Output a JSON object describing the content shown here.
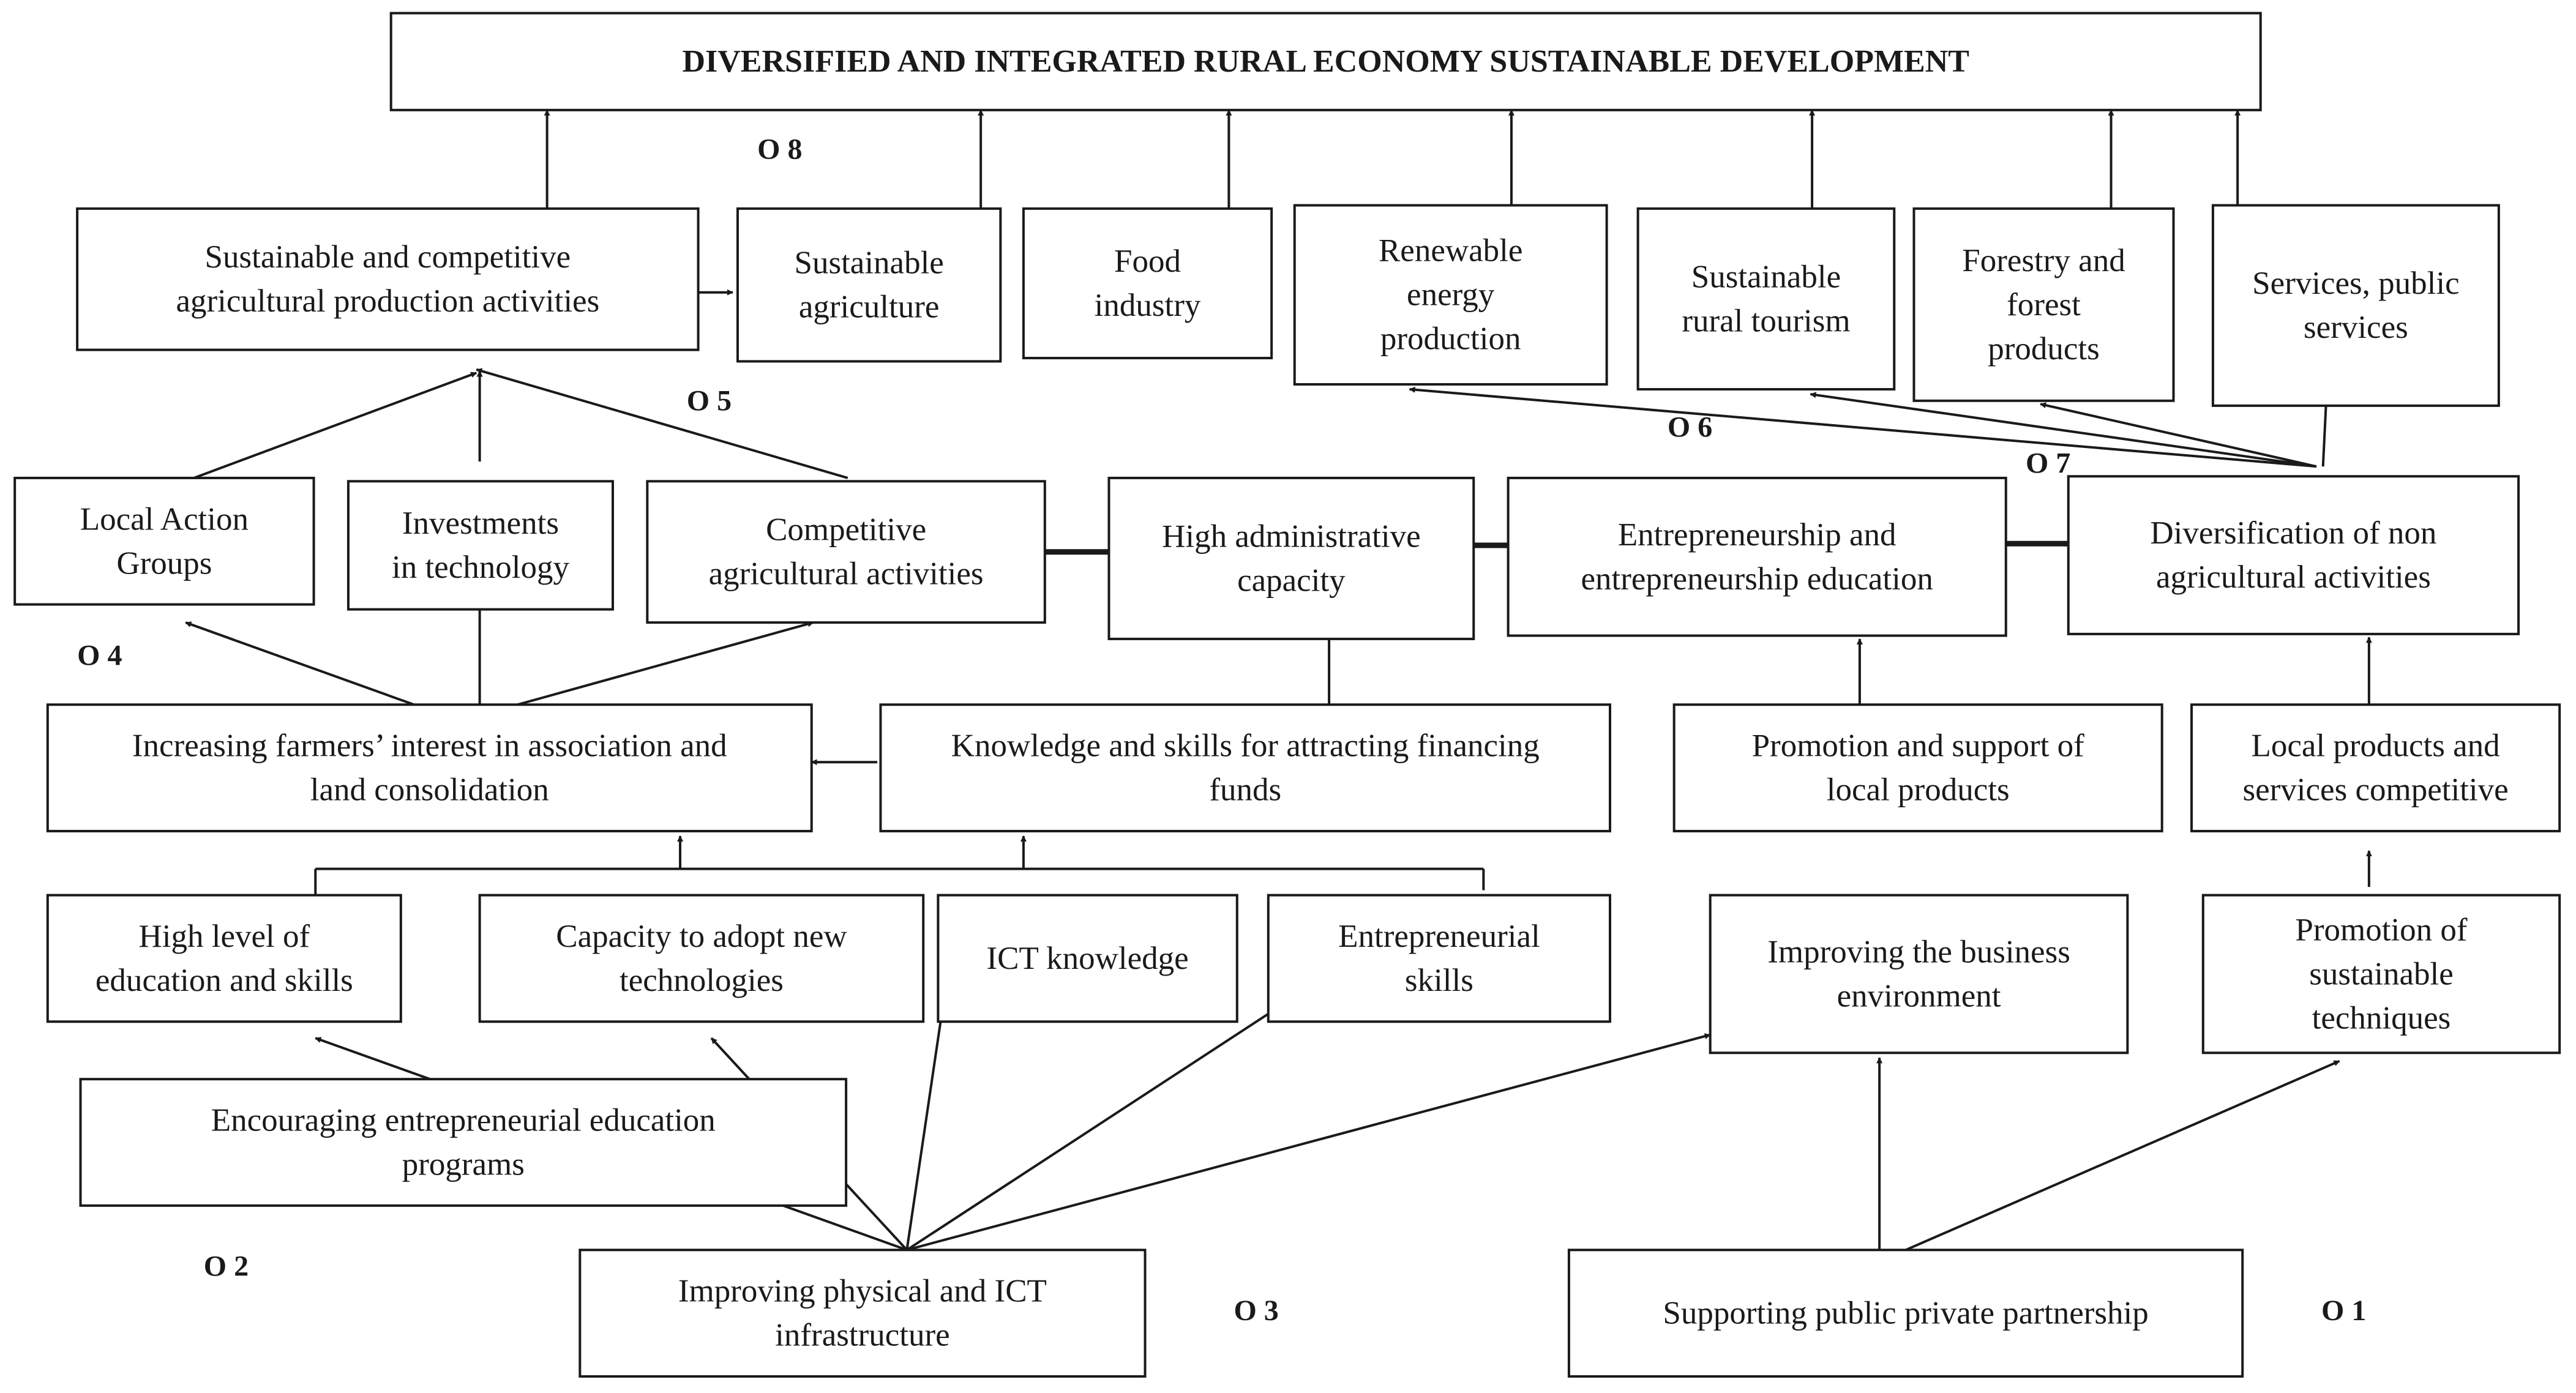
{
  "diagram": {
    "title": "DIVERSIFIED AND INTEGRATED RURAL ECONOMY SUSTAINABLE DEVELOPMENT",
    "nodes": [
      {
        "id": "sustainable-competitive-ag",
        "lines": [
          "Sustainable and competitive",
          "agricultural production activities"
        ]
      },
      {
        "id": "sustainable-agriculture",
        "lines": [
          "Sustainable",
          "agriculture"
        ]
      },
      {
        "id": "food-industry",
        "lines": [
          "Food",
          "industry"
        ]
      },
      {
        "id": "renewable-energy",
        "lines": [
          "Renewable",
          "energy",
          "production"
        ]
      },
      {
        "id": "sustainable-rural-tourism",
        "lines": [
          "Sustainable",
          "rural tourism"
        ]
      },
      {
        "id": "forestry",
        "lines": [
          "Forestry and",
          "forest",
          "products"
        ]
      },
      {
        "id": "services",
        "lines": [
          "Services, public",
          "services"
        ]
      },
      {
        "id": "local-action-groups",
        "lines": [
          "Local Action",
          "Groups"
        ]
      },
      {
        "id": "investments-technology",
        "lines": [
          "Investments",
          "in technology"
        ]
      },
      {
        "id": "competitive-ag-activities",
        "lines": [
          "Competitive",
          "agricultural activities"
        ]
      },
      {
        "id": "high-admin-capacity",
        "lines": [
          "High administrative",
          "capacity"
        ]
      },
      {
        "id": "entrepreneurship-education",
        "lines": [
          "Entrepreneurship and",
          "entrepreneurship education"
        ]
      },
      {
        "id": "diversification",
        "lines": [
          "Diversification of non",
          "agricultural activities"
        ]
      },
      {
        "id": "farmers-interest",
        "lines": [
          "Increasing farmers’ interest in association and",
          "land consolidation"
        ]
      },
      {
        "id": "knowledge-financing",
        "lines": [
          "Knowledge and skills  for attracting financing",
          "funds"
        ]
      },
      {
        "id": "promotion-local-products",
        "lines": [
          "Promotion and support of",
          "local products"
        ]
      },
      {
        "id": "local-products-competitive",
        "lines": [
          "Local products and",
          "services competitive"
        ]
      },
      {
        "id": "education-skills",
        "lines": [
          "High level of",
          "education and skills"
        ]
      },
      {
        "id": "capacity-technologies",
        "lines": [
          "Capacity to adopt new",
          "technologies"
        ]
      },
      {
        "id": "ict-knowledge",
        "lines": [
          "ICT knowledge"
        ]
      },
      {
        "id": "entrepreneurial-skills",
        "lines": [
          "Entrepreneurial",
          "skills"
        ]
      },
      {
        "id": "business-environment",
        "lines": [
          "Improving the business",
          "environment"
        ]
      },
      {
        "id": "sustainable-techniques",
        "lines": [
          "Promotion of",
          "sustainable",
          "techniques"
        ]
      },
      {
        "id": "entrepreneurial-programs",
        "lines": [
          "Encouraging entrepreneurial education",
          "programs"
        ]
      },
      {
        "id": "ict-infrastructure",
        "lines": [
          "Improving physical and ICT",
          "infrastructure"
        ]
      },
      {
        "id": "public-private-partnership",
        "lines": [
          "Supporting public private partnership"
        ]
      }
    ],
    "objective_labels": [
      "O 8",
      "O 5",
      "O 6",
      "O 7",
      "O 4",
      "O 2",
      "O 3",
      "O 1"
    ]
  }
}
